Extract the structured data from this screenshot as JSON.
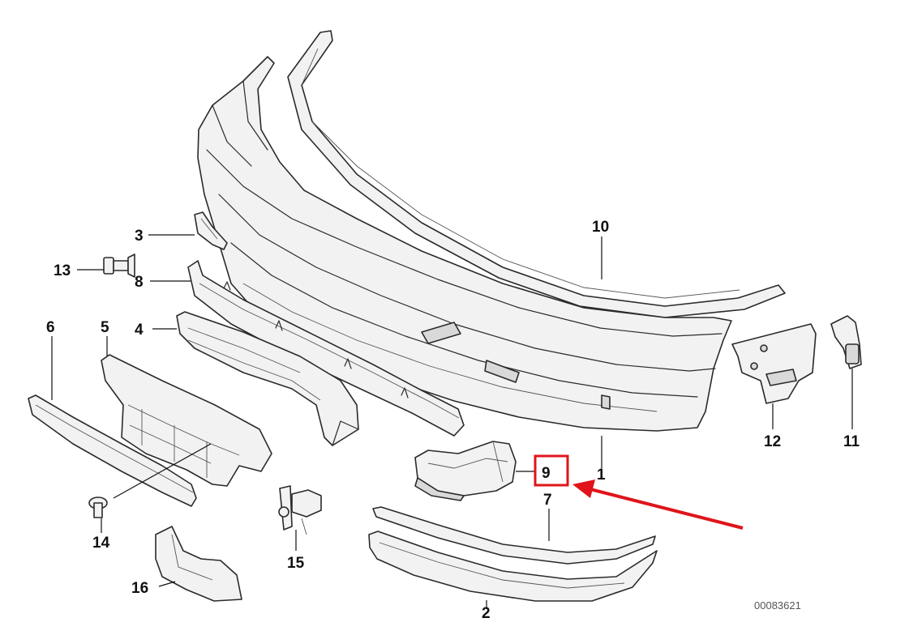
{
  "diagram": {
    "part_numbers": [
      "1",
      "2",
      "3",
      "4",
      "5",
      "6",
      "7",
      "8",
      "9",
      "10",
      "11",
      "12",
      "13",
      "14",
      "15",
      "16"
    ],
    "highlighted_part": "9",
    "drawing_code": "00083621",
    "colors": {
      "highlight": "#e0141a",
      "line": "#2a2a2a",
      "fill": "#f2f2f2"
    }
  }
}
